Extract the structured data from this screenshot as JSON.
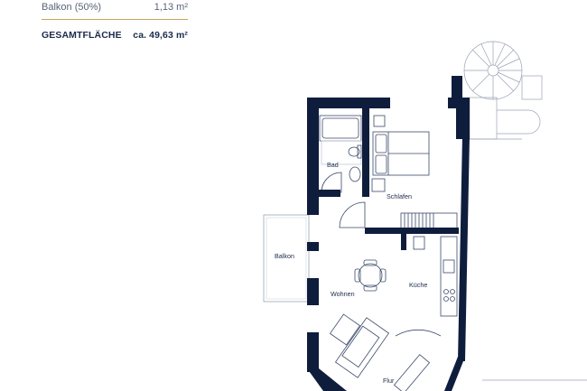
{
  "summary": {
    "balkon_label": "Balkon (50%)",
    "balkon_value": "1,13 m²",
    "total_label": "GESAMTFLÄCHE",
    "total_value": "ca. 49,63 m²"
  },
  "rooms": {
    "bad": "Bad",
    "schlafen": "Schlafen",
    "balkon": "Balkon",
    "wohnen": "Wohnen",
    "kueche": "Küche",
    "flur": "Flur"
  },
  "colors": {
    "wall": "#0f1d3d",
    "text": "#1c2a4a",
    "accent_rule": "#c9a45a",
    "fixture": "#3b4a6b"
  }
}
